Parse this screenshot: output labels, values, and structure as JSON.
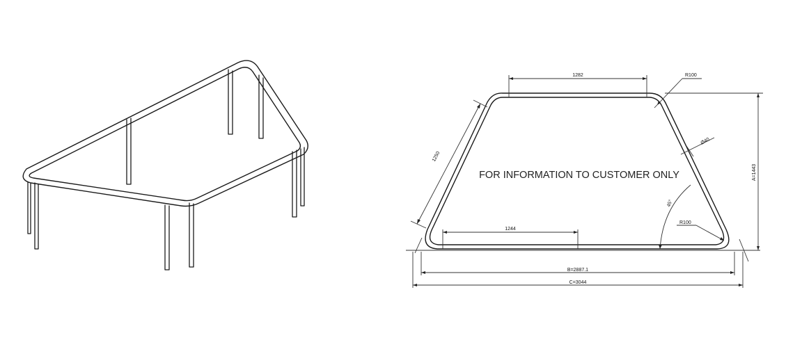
{
  "note": "FOR INFORMATION TO CUSTOMER ONLY",
  "dimensions": {
    "top_width": "1282",
    "slant_length": "1250",
    "bottom_inner": "1244",
    "B": "B=2887.1",
    "C": "C=3044",
    "A": "A=1443",
    "radius_top": "R100",
    "radius_bottom": "R100",
    "tube_diameter": "Ø40",
    "angle": "45°"
  },
  "colors": {
    "line": "#1a1a1a",
    "background": "#ffffff"
  }
}
